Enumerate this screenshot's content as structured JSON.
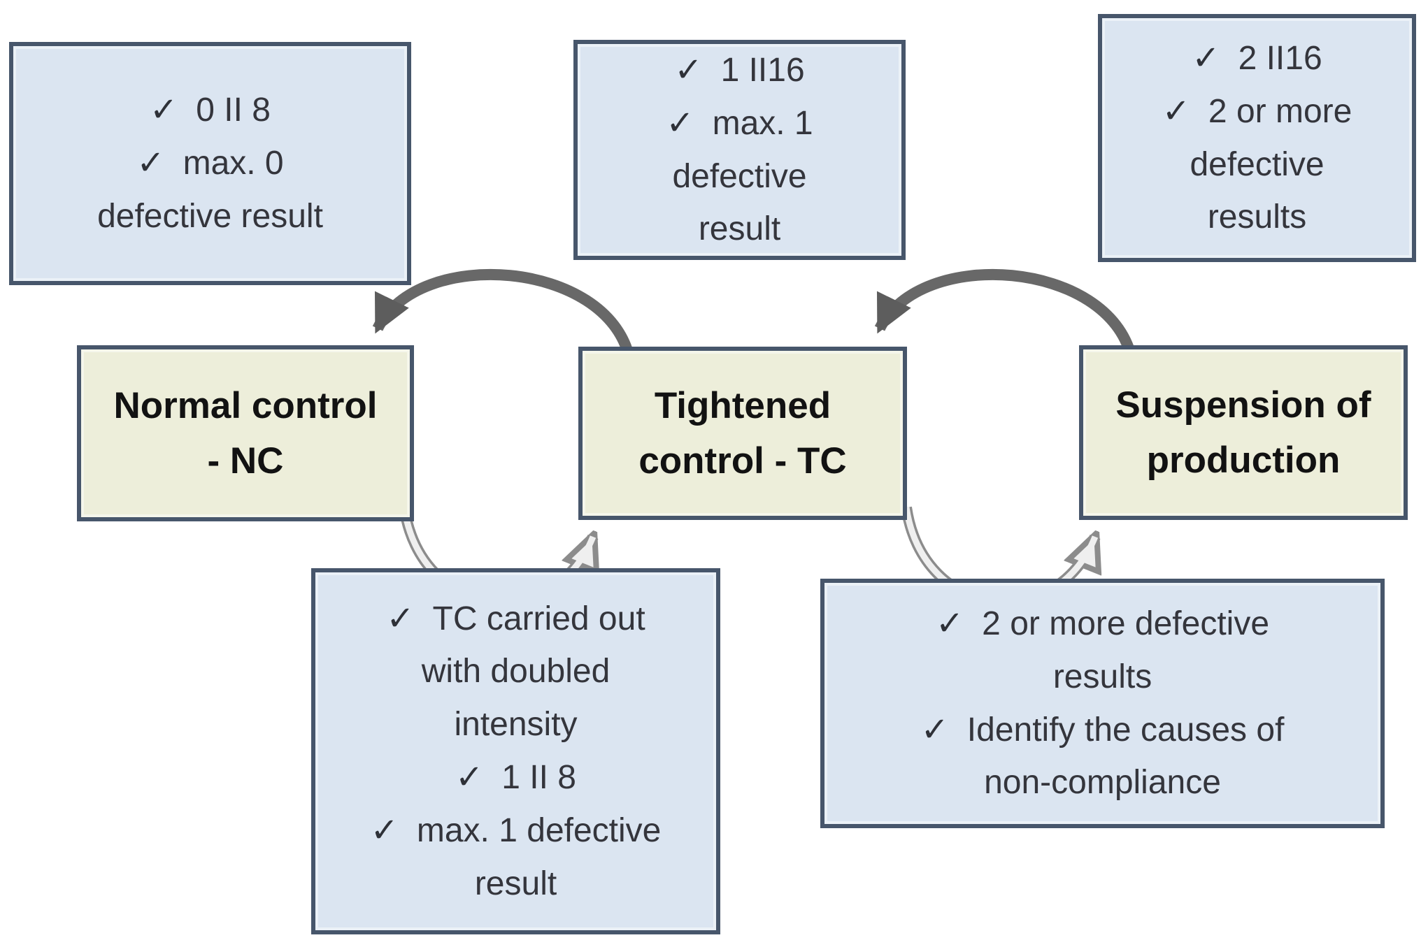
{
  "check_glyph": "✓",
  "colors": {
    "note_fill": "#dbe5f1",
    "stage_fill": "#edeeda",
    "box_border": "#47566b",
    "dark_arrow": "#686868",
    "light_arrow_outline": "#8c8c8c",
    "light_arrow_fill": "#efefef",
    "note_text": "#34353c",
    "stage_text": "#121212"
  },
  "stages": {
    "normal": {
      "line1": "Normal control",
      "line2": "- NC"
    },
    "tightened": {
      "line1": "Tightened",
      "line2": "control - TC"
    },
    "suspension": {
      "line1": "Suspension of",
      "line2": "production"
    }
  },
  "notes": {
    "top_left": {
      "lines": [
        {
          "check": true,
          "text": "0 II 8"
        },
        {
          "check": true,
          "text": "max. 0"
        },
        {
          "check": false,
          "text": "defective result"
        }
      ]
    },
    "top_middle": {
      "lines": [
        {
          "check": true,
          "text": "1 II16"
        },
        {
          "check": true,
          "text": "max. 1"
        },
        {
          "check": false,
          "text": "defective"
        },
        {
          "check": false,
          "text": "result"
        }
      ]
    },
    "top_right": {
      "lines": [
        {
          "check": true,
          "text": "2 II16"
        },
        {
          "check": true,
          "text": "2 or more"
        },
        {
          "check": false,
          "text": "defective"
        },
        {
          "check": false,
          "text": "results"
        }
      ]
    },
    "bottom_middle": {
      "lines": [
        {
          "check": true,
          "text": "TC carried out"
        },
        {
          "check": false,
          "text": "with doubled"
        },
        {
          "check": false,
          "text": "intensity"
        },
        {
          "check": true,
          "text": "1 II 8"
        },
        {
          "check": true,
          "text": "max. 1 defective"
        },
        {
          "check": false,
          "text": "result"
        }
      ]
    },
    "bottom_right": {
      "lines": [
        {
          "check": true,
          "text": "2 or more defective"
        },
        {
          "check": false,
          "text": "results"
        },
        {
          "check": true,
          "text": "Identify the causes of"
        },
        {
          "check": false,
          "text": "non-compliance"
        }
      ]
    }
  },
  "arrows": [
    {
      "name": "arrow-tightened-to-normal",
      "style": "dark",
      "direction": "right-to-left-over-top"
    },
    {
      "name": "arrow-normal-to-tightened",
      "style": "light",
      "direction": "left-to-right-under-bottom"
    },
    {
      "name": "arrow-suspension-to-tightened",
      "style": "dark",
      "direction": "right-to-left-over-top"
    },
    {
      "name": "arrow-tightened-to-suspension",
      "style": "light",
      "direction": "left-to-right-under-bottom"
    }
  ]
}
